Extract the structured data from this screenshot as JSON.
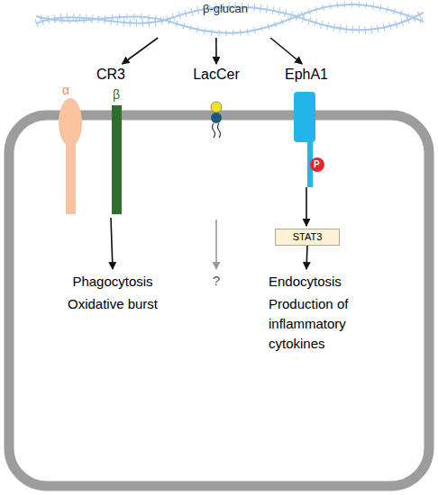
{
  "diagram": {
    "nodes": [
      {
        "text": [
          "β-glucan"
        ]
      },
      {
        "text": [
          "CR3"
        ]
      },
      {
        "text": [
          "LacCer"
        ]
      },
      {
        "text": [
          "EphA1"
        ]
      },
      {
        "text": [
          "STAT3"
        ]
      },
      {
        "text": [
          "Phagocytosis",
          "Oxidative burst"
        ]
      },
      {
        "text": [
          "?"
        ]
      },
      {
        "text": [
          "Endocytosis",
          "Production of inflammatory cytokines"
        ]
      }
    ],
    "edges": [
      {
        "from": 0,
        "to": 1,
        "arrow": "to"
      },
      {
        "from": 0,
        "to": 2,
        "arrow": "to"
      },
      {
        "from": 0,
        "to": 3,
        "arrow": "to"
      },
      {
        "from": 1,
        "to": 5,
        "arrow": "to"
      },
      {
        "from": 2,
        "to": 6,
        "arrow": "to"
      },
      {
        "from": 3,
        "to": 4,
        "arrow": "to"
      },
      {
        "from": 4,
        "to": 7,
        "arrow": "to"
      }
    ],
    "labels": [
      "α",
      "β",
      "P"
    ]
  }
}
